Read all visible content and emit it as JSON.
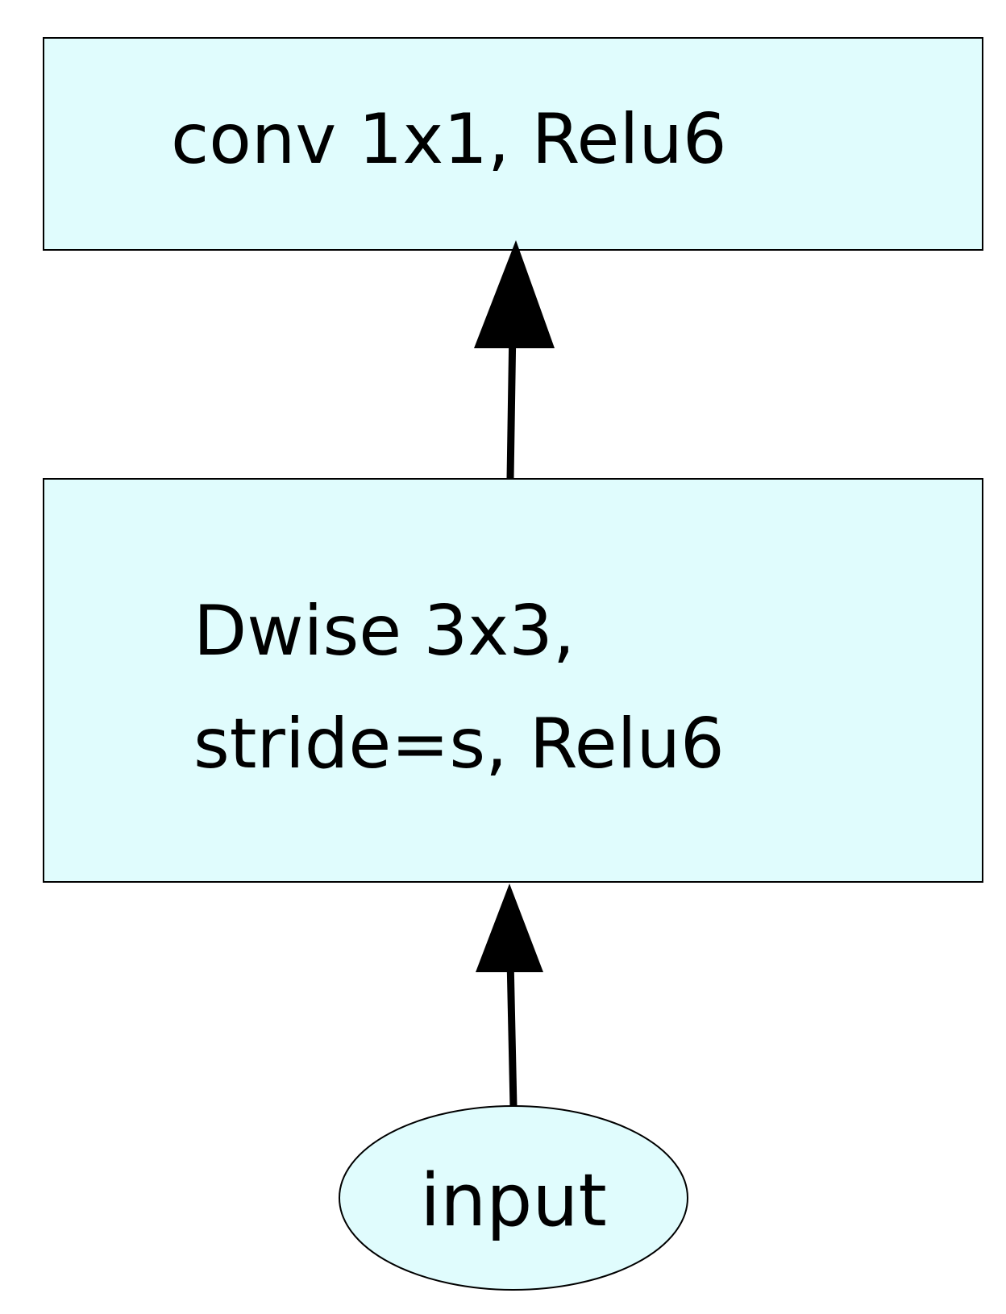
{
  "diagram": {
    "nodes": {
      "conv": {
        "label": "conv 1x1, Relu6"
      },
      "dwise": {
        "lines": [
          "Dwise 3x3,",
          "stride=s, Relu6"
        ]
      },
      "input": {
        "label": "input"
      }
    },
    "edges": [
      {
        "from": "input",
        "to": "dwise"
      },
      {
        "from": "dwise",
        "to": "conv"
      }
    ],
    "colors": {
      "node_fill": "#e0fcfd",
      "stroke": "#000000",
      "text": "#000000"
    }
  }
}
